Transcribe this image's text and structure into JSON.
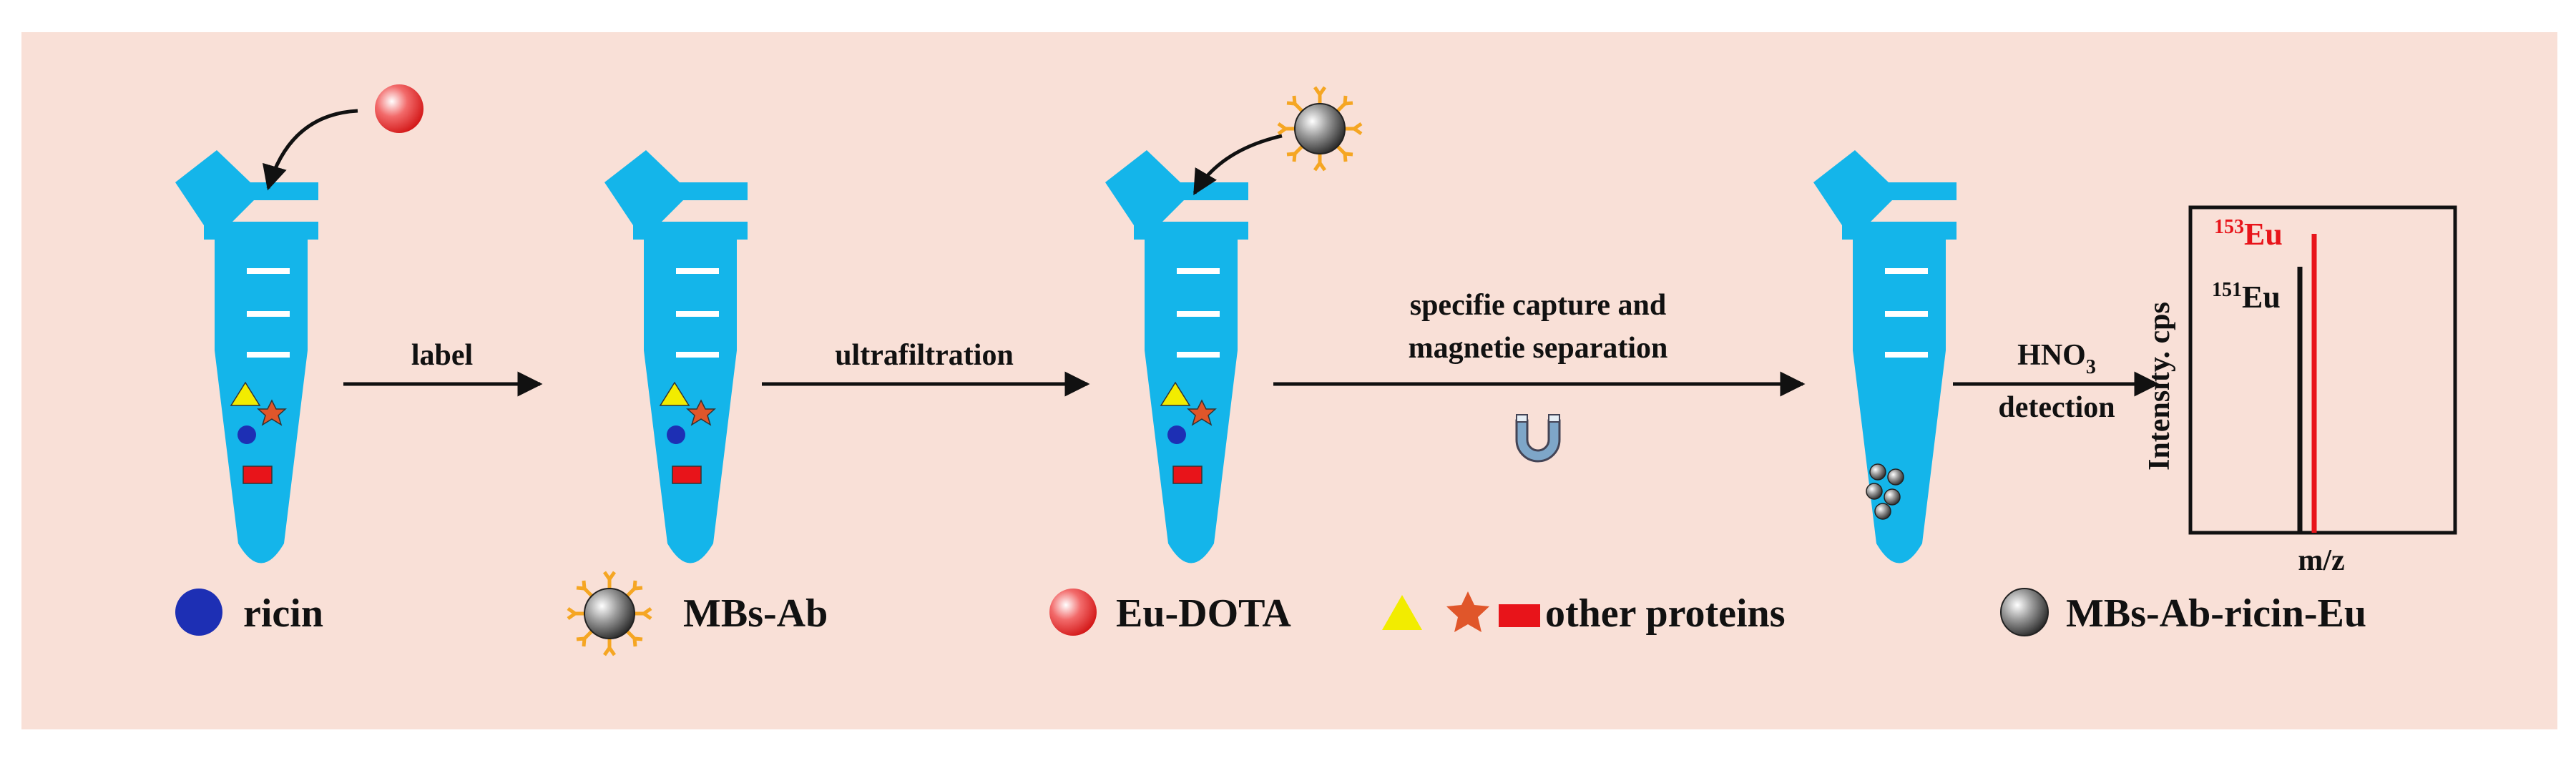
{
  "steps": [
    {
      "label": "label"
    },
    {
      "label": "ultrafiltration"
    },
    {
      "line1": "specifie capture and",
      "line2": "magnetie separation"
    },
    {
      "reagent": "HNO",
      "reagent_sub": "3",
      "label": "detection"
    }
  ],
  "spectrum": {
    "ylabel": "Intensity. cps",
    "xlabel": "m/z",
    "peaks": [
      {
        "iso": "153",
        "element": "Eu",
        "color": "#e8141a"
      },
      {
        "iso": "151",
        "element": "Eu",
        "color": "#111111"
      }
    ]
  },
  "legend": [
    {
      "icon": "blue-ball-icon",
      "label": "ricin"
    },
    {
      "icon": "antibody-bead-icon",
      "label": "MBs-Ab"
    },
    {
      "icon": "red-ball-icon",
      "label": "Eu-DOTA"
    },
    {
      "icon": "protein-shapes-icon",
      "label": "other proteins"
    },
    {
      "icon": "gray-ball-icon",
      "label": "MBs-Ab-ricin-Eu"
    }
  ],
  "colors": {
    "background": "#f9e0d7",
    "tube": "#14b5ea",
    "ricin": "#1d2fb4",
    "eu_dota": "#e8141a",
    "protein_triangle": "#f2ec00",
    "protein_star": "#e0562a",
    "protein_rect": "#e8141a",
    "antibody": "#f5a623"
  }
}
